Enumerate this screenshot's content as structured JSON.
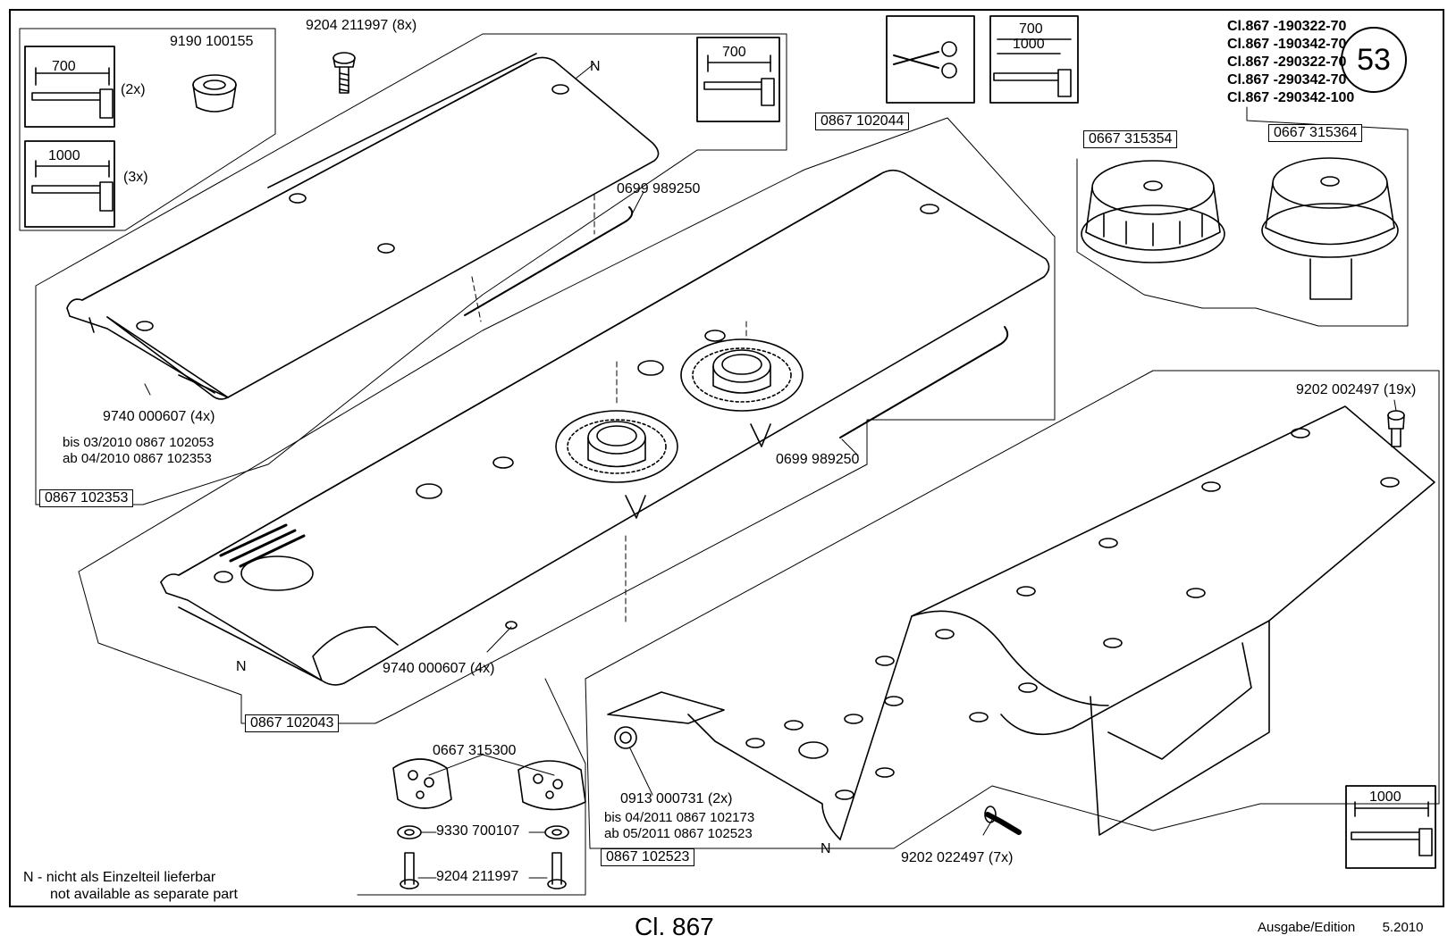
{
  "page_number": "53",
  "models": [
    "Cl.867 -190322-70",
    "Cl.867 -190342-70",
    "Cl.867 -290322-70",
    "Cl.867 -290342-70",
    "Cl.867 -290342-100"
  ],
  "length_icons": {
    "a_top": "700",
    "a_multiplier": "(2x)",
    "b_top": "1000",
    "b_multiplier": "(3x)",
    "c_top": "700",
    "d_top": "700",
    "d_bottom": "1000",
    "e_top": "1000"
  },
  "labels": {
    "l1": "9190 100155",
    "l2": "9204 211997 (8x)",
    "l3": "0699 989250",
    "l4": "9740 000607 (4x)",
    "l5a": "bis  03/2010  0867 102053",
    "l5b": "ab   04/2010  0867 102353",
    "l6": "0867 102353",
    "l7": "0867 102044",
    "l8": "0667 315354",
    "l9": "0667 315364",
    "l10": "9202 002497 (19x)",
    "l11": "0699 989250",
    "l12": "9740 000607 (4x)",
    "l13": "0867 102043",
    "l14": "0667 315300",
    "l15": "9330 700107",
    "l16": "9204 211997",
    "l17": "0913 000731 (2x)",
    "l18a": "bis  04/2011  0867 102173",
    "l18b": "ab   05/2011  0867 102523",
    "l19": "0867 102523",
    "l20": "9202 022497 (7x)",
    "n1": "N",
    "n2": "N",
    "n3": "N",
    "note1": "N - nicht als Einzelteil lieferbar",
    "note2": "not available as separate part"
  },
  "footer": {
    "model": "Cl. 867",
    "edition_label": "Ausgabe/Edition",
    "edition_date": "5.2010"
  }
}
